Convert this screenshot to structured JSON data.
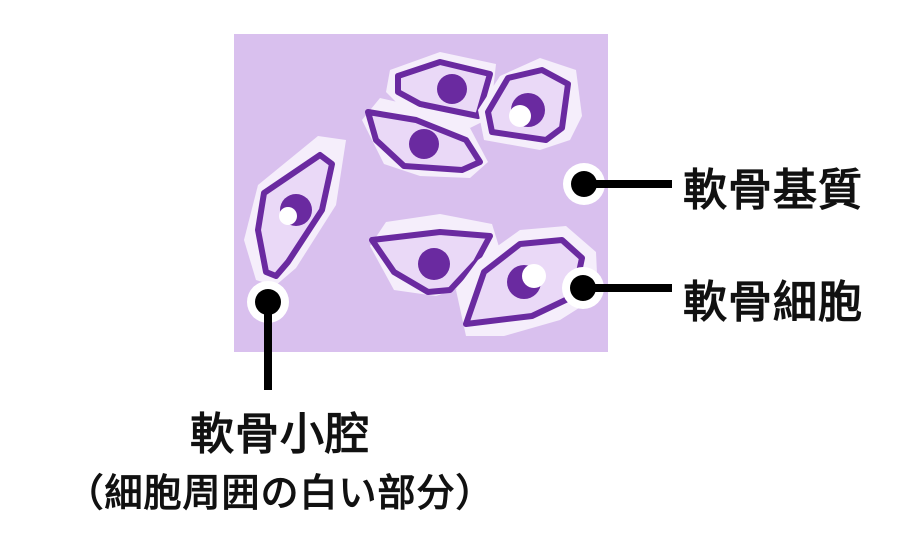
{
  "labels": {
    "matrix": "軟骨基質",
    "cell": "軟骨細胞",
    "lacuna": "軟骨小腔",
    "lacuna_note": "（細胞周囲の白い部分）"
  },
  "colors": {
    "matrix": "#d9c0ee",
    "lacuna": "#f5eefb",
    "cell_body": "#ead9f7",
    "membrane": "#6a2aa0",
    "nucleus": "#6a2aa0",
    "pointer": "#000000"
  }
}
